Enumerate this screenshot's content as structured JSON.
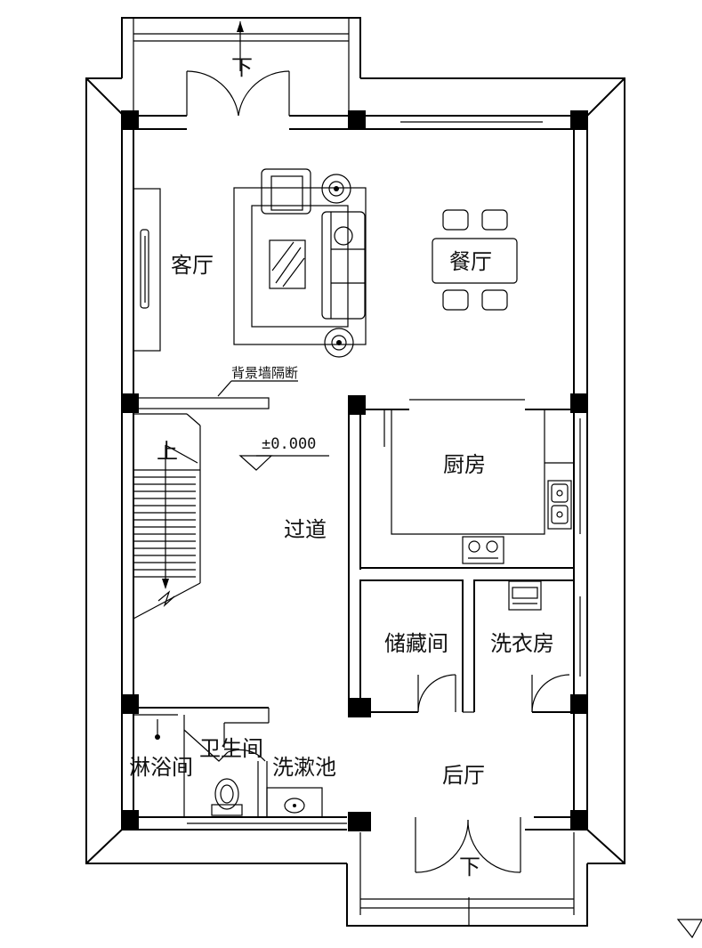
{
  "rooms": {
    "living_room": "客厅",
    "dining_room": "餐厅",
    "kitchen": "厨房",
    "corridor": "过道",
    "storage": "储藏间",
    "laundry": "洗衣房",
    "shower": "淋浴间",
    "toilet": "卫生间",
    "wash_basin": "洗漱池",
    "back_hall": "后厅"
  },
  "annotations": {
    "partition_note": "背景墙隔断",
    "elevation": "±0.000",
    "stair_up": "上",
    "down_front": "下",
    "down_back": "下"
  }
}
